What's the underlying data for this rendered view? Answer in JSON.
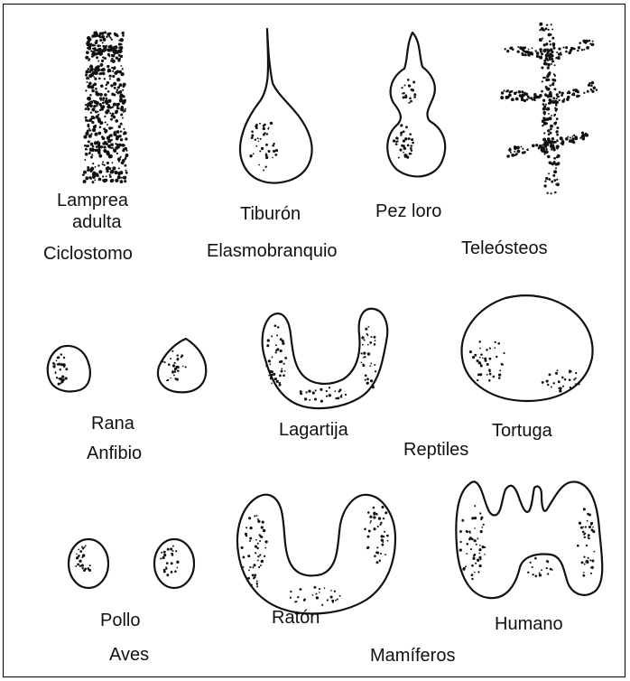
{
  "labels": {
    "lamprea": "Lamprea",
    "adulta": "adulta",
    "ciclostomo": "Ciclostomo",
    "tiburon": "Tiburón",
    "elasmobranquio": "Elasmobranquio",
    "pezloro": "Pez loro",
    "teleosteos": "Teleósteos",
    "rana": "Rana",
    "anfibio": "Anfibio",
    "lagartija": "Lagartija",
    "tortuga": "Tortuga",
    "reptiles": "Reptiles",
    "pollo": "Pollo",
    "aves": "Aves",
    "raton": "Ratón",
    "humano": "Humano",
    "mamiferos": "Mamíferos"
  },
  "colors": {
    "ink": "#111111",
    "background": "#ffffff"
  }
}
